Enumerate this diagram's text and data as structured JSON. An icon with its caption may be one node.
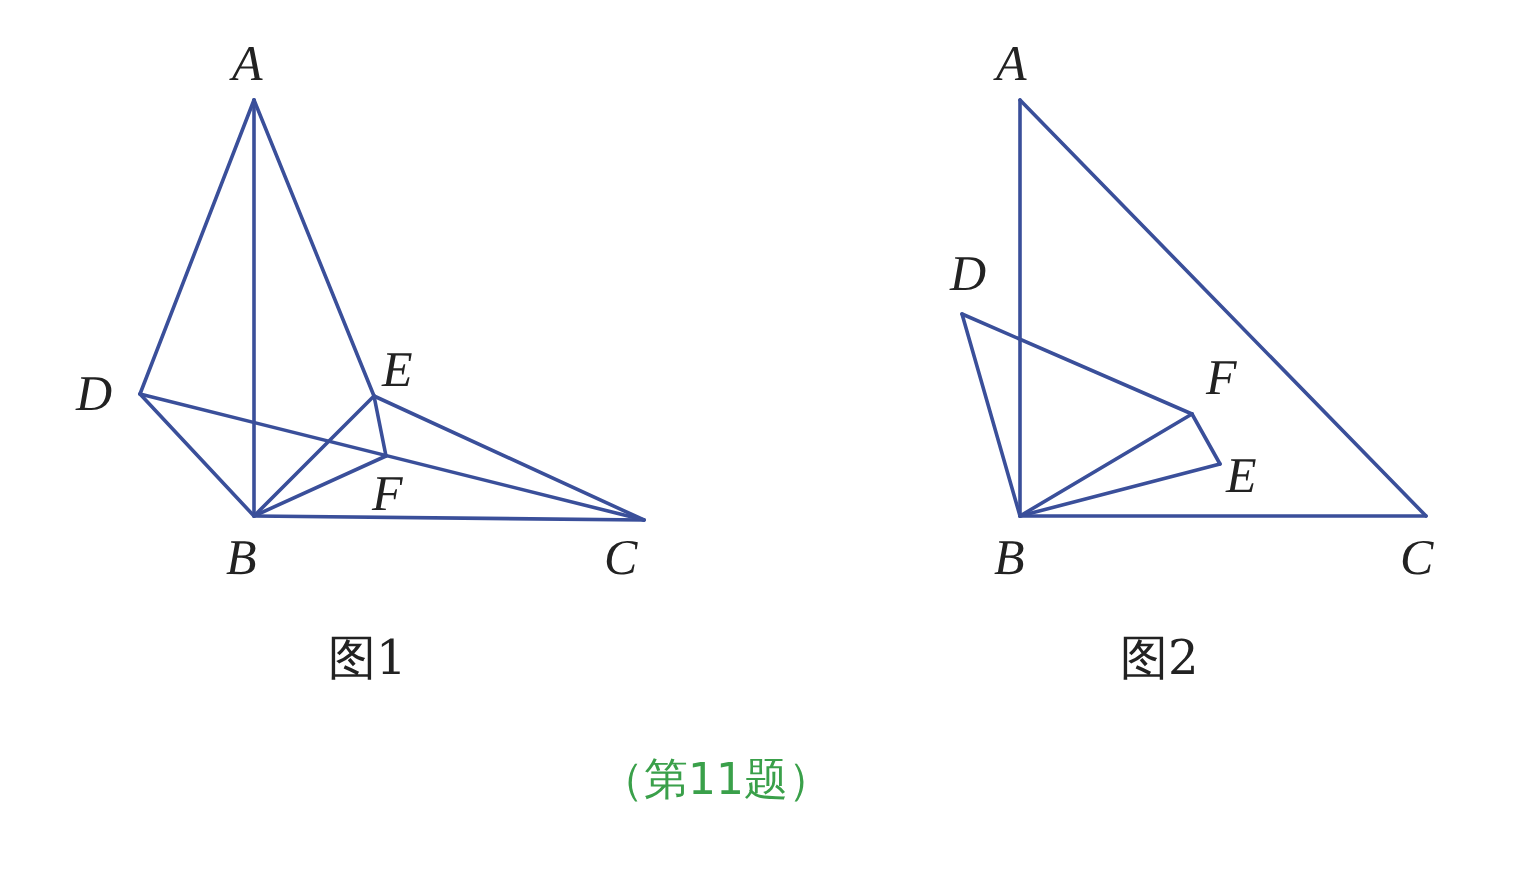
{
  "diagram": {
    "caption": "（第11题）",
    "labels": [
      "A",
      "D",
      "E",
      "F",
      "B",
      "C",
      "图1",
      "A",
      "D",
      "F",
      "E",
      "B",
      "C",
      "图2"
    ]
  }
}
